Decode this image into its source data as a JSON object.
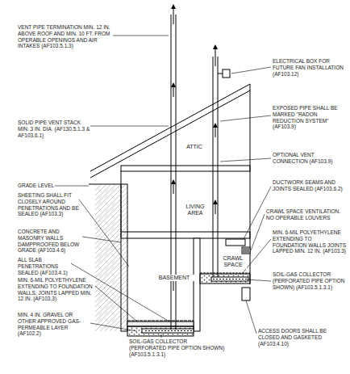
{
  "diagram": {
    "labels": [
      "VENT PIPE TERMINATION MIN. 12 IN. ABOVE ROOF AND MIN. 10 FT. FROM OPERABLE OPENINGS AND AIR INTAKES (AF103.5.1.3)",
      "SOLID PIPE VENT STACK MIN. 3 IN. DIA. (AF130.5.1.3 & AF103.6.1)",
      "GRADE LEVEL",
      "SHEETING SHALL FIT CLOSELY AROUND PENETRATIONS AND BE SEALED (AF103.3)",
      "CONCRETE AND MASONRY WALLS DAMPPROOFED BELOW GRADE (AF103.4.6)",
      "ALL SLAB PENETRATIONS SEALED (AF103.4.1)",
      "MIN. 6-MIL POLYETHYLENE EXTENDING TO FOUNDATION WALLS, JOINTS LAPPED MIN. 12 IN. (AF103.3)",
      "MIN. 4 IN. GRAVEL OR OTHER APPROVED GAS-PERMEABLE LAYER (AF102.2)",
      "SOIL-GAS COLLECTOR (PERFORATED PIPE OPTION SHOWN) (AF103.5.1.3.1)",
      "ELECTRICAL BOX FOR FUTURE FAN INSTALLATION (AF103.12)",
      "EXPOSED PIPE SHALL BE MARKED \"RADON REDUCTION SYSTEM\" (AF103.9)",
      "OPTIONAL VENT CONNECTION (AF103.9)",
      "DUCTWORK SEAMS AND JOINTS SEALED (AF103.6.2)",
      "CRAWL SPACE VENTILATION. NO OPERABLE LOUVERS",
      "MIN. 6-MIL POLYETHYLENE EXTENDING TO FOUNDATION WALLS JOINTS LAPPED MIN. 12 IN. (AF103.3)",
      "SOIL-GAS COLLECTOR (PERFORATED PIPE OPTION SHOWN) (AF103.5.1.3.1)",
      "ACCESS DOORS SHALL BE CLOSED AND GASKETED (AF103.4.10)",
      "ATTIC",
      "LIVING AREA",
      "BASEMENT",
      "CRAWL SPACE"
    ]
  }
}
